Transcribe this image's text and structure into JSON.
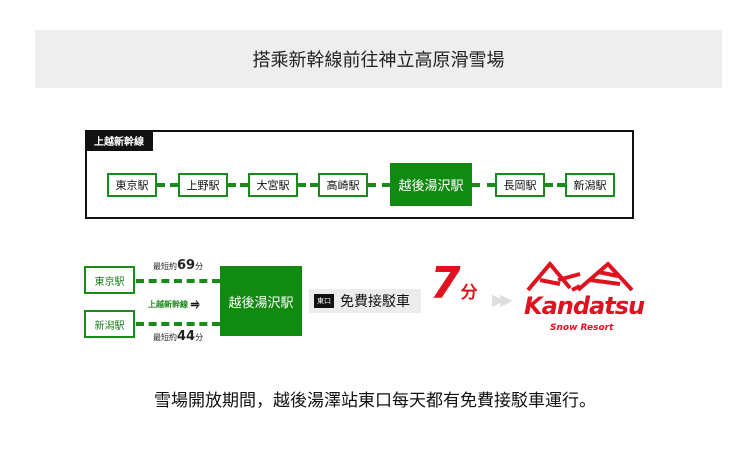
{
  "title": "搭乘新幹線前往神立高原滑雪場",
  "line": {
    "name": "上越新幹線",
    "stations": [
      "東京駅",
      "上野駅",
      "大宮駅",
      "高崎駅",
      "越後湯沢駅",
      "長岡駅",
      "新潟駅"
    ]
  },
  "route": {
    "from_top": "東京駅",
    "from_bottom": "新潟駅",
    "hub": "越後湯沢駅",
    "top_time_prefix": "最短約",
    "top_time": "69",
    "top_time_unit": "分",
    "bottom_time_prefix": "最短約",
    "bottom_time": "44",
    "bottom_time_unit": "分",
    "line_label": "上越新幹線",
    "exit_badge": "東口",
    "shuttle": "免費接駁車",
    "shuttle_time": "7",
    "shuttle_unit": "分"
  },
  "logo": {
    "name": "Kandatsu",
    "sub": "Snow Resort"
  },
  "caption": "雪場開放期間，越後湯澤站東口每天都有免費接駁車運行。",
  "colors": {
    "green": "#118a11",
    "red": "#e0121f"
  }
}
